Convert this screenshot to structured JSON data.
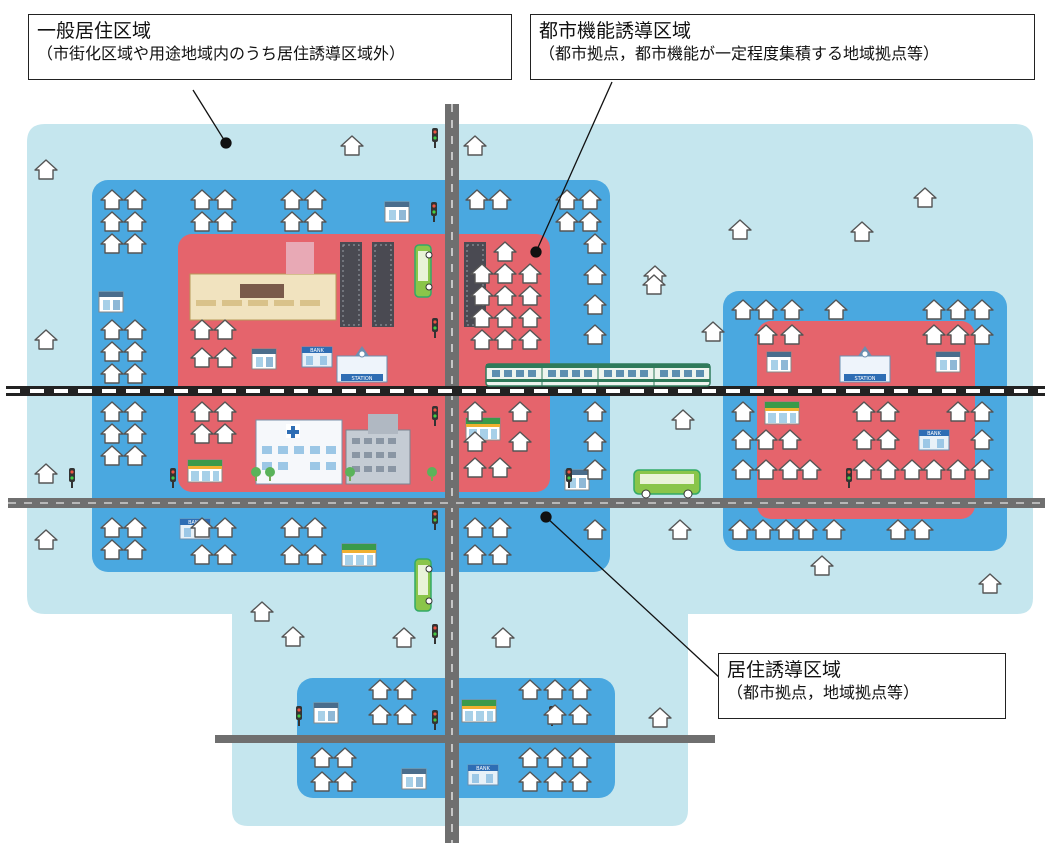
{
  "labels": {
    "general": {
      "title": "一般居住区域",
      "sub": "（市街化区域や用途地域内のうち居住誘導区域外）"
    },
    "urban": {
      "title": "都市機能誘導区域",
      "sub": "（都市拠点，都市機能が一定程度集積する地域拠点等）"
    },
    "residence": {
      "title": "居住誘導区域",
      "sub": "（都市拠点，地域拠点等）"
    }
  },
  "signs": {
    "bank": "BANK",
    "station": "STATION"
  },
  "colors": {
    "general_zone": "#c5e6ee",
    "residential_zone": "#4aa8e0",
    "urban_zone": "#e5646c",
    "road": "#6f6f6f",
    "railway": "#222222"
  }
}
